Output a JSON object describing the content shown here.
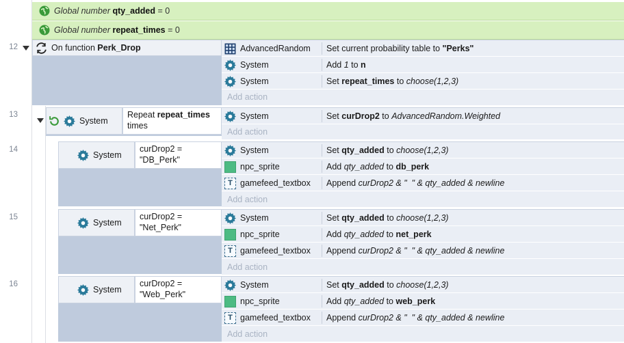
{
  "globals": [
    {
      "prefix": "Global number",
      "name": "qty_added",
      "suffix": " = 0"
    },
    {
      "prefix": "Global number",
      "name": "repeat_times",
      "suffix": " = 0"
    }
  ],
  "line_numbers": [
    "12",
    "13",
    "14",
    "15",
    "16"
  ],
  "add_action_label": "Add action",
  "event12": {
    "trigger_prefix": "On function",
    "trigger_name": "Perk_Drop",
    "actions": [
      {
        "object": "AdvancedRandom",
        "text_a": "Set current probability table to ",
        "bold": "\"Perks\"",
        "text_b": ""
      },
      {
        "object": "System",
        "text_a": "Add ",
        "italic": "1",
        "text_mid": " to ",
        "bold": "n"
      },
      {
        "object": "System",
        "text_a": "Set ",
        "bold": "repeat_times",
        "text_mid": " to ",
        "italic": "choose(1,2,3)"
      }
    ]
  },
  "event13": {
    "object": "System",
    "cond_prefix": "Repeat ",
    "cond_bold": "repeat_times",
    "cond_suffix": "times",
    "actions": [
      {
        "object": "System",
        "text_a": "Set ",
        "bold": "curDrop2",
        "text_mid": " to ",
        "italic": "AdvancedRandom.Weighted"
      }
    ]
  },
  "subevents": [
    {
      "object": "System",
      "cond_line1": "curDrop2 =",
      "cond_line2": "\"DB_Perk\"",
      "actions": [
        {
          "object": "System",
          "text_a": "Set ",
          "bold": "qty_added",
          "text_mid": " to ",
          "italic": "choose(1,2,3)"
        },
        {
          "object": "npc_sprite",
          "text_a": "Add ",
          "italic": "qty_added",
          "text_mid": " to ",
          "bold": "db_perk"
        },
        {
          "object": "gamefeed_textbox",
          "text_a": "Append ",
          "italic": "curDrop2 & \"  \" & qty_added & newline"
        }
      ]
    },
    {
      "object": "System",
      "cond_line1": "curDrop2 =",
      "cond_line2": "\"Net_Perk\"",
      "actions": [
        {
          "object": "System",
          "text_a": "Set ",
          "bold": "qty_added",
          "text_mid": " to ",
          "italic": "choose(1,2,3)"
        },
        {
          "object": "npc_sprite",
          "text_a": "Add ",
          "italic": "qty_added",
          "text_mid": " to ",
          "bold": "net_perk"
        },
        {
          "object": "gamefeed_textbox",
          "text_a": "Append ",
          "italic": "curDrop2 & \"  \" & qty_added & newline"
        }
      ]
    },
    {
      "object": "System",
      "cond_line1": "curDrop2 =",
      "cond_line2": "\"Web_Perk\"",
      "actions": [
        {
          "object": "System",
          "text_a": "Set ",
          "bold": "qty_added",
          "text_mid": " to ",
          "italic": "choose(1,2,3)"
        },
        {
          "object": "npc_sprite",
          "text_a": "Add ",
          "italic": "qty_added",
          "text_mid": " to ",
          "bold": "web_perk"
        },
        {
          "object": "gamefeed_textbox",
          "text_a": "Append ",
          "italic": "curDrop2 & \"  \" & qty_added & newline"
        }
      ]
    }
  ],
  "colors": {
    "global_bg": "#d7f0bf",
    "event_bg": "#bfcbdd",
    "action_bg": "#eaeef5",
    "gear": "#2a7a9a",
    "sprite": "#4dbb83"
  }
}
